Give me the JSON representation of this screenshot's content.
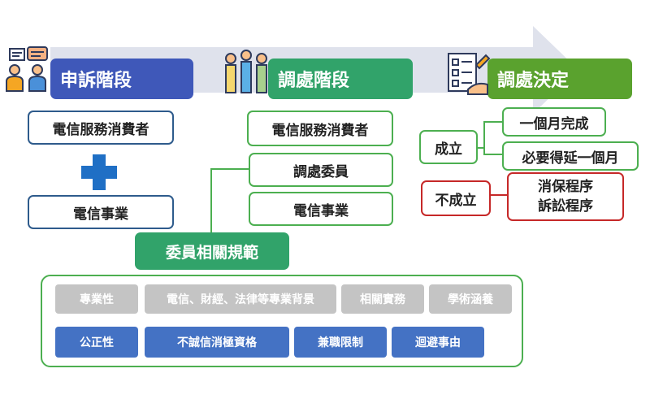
{
  "stages": [
    {
      "label": "申訴階段",
      "color": "#3f58b9"
    },
    {
      "label": "調處階段",
      "color": "#31a36a"
    },
    {
      "label": "調處決定",
      "color": "#5aa22e"
    }
  ],
  "complaint": {
    "consumer": "電信服務消費者",
    "business": "電信事業"
  },
  "mediation": {
    "consumer": "電信服務消費者",
    "committee": "調處委員",
    "business": "電信事業"
  },
  "decision": {
    "established": "成立",
    "one_month": "一個月完成",
    "extend": "必要得延一個月",
    "not_established": "不成立",
    "procedures": [
      "消保程序",
      "訴訟程序"
    ]
  },
  "committee_rules": {
    "title": "委員相關規範",
    "row1": [
      "專業性",
      "電信、財經、法律等專業背景",
      "相關實務",
      "學術涵養"
    ],
    "row2": [
      "公正性",
      "不誠信消極資格",
      "兼職限制",
      "迴避事由"
    ]
  }
}
